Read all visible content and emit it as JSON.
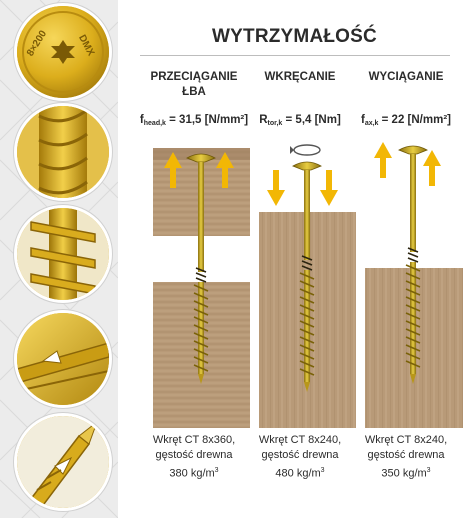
{
  "title": "WYTRZYMAŁOŚĆ",
  "columns": [
    {
      "heading": [
        "PRZECIĄGANIE",
        "ŁBA"
      ],
      "formula_main": "f",
      "formula_sub": "head,k",
      "formula_value": " = 31,5 [N/mm²]",
      "caption": [
        "Wkręt CT 8x360,",
        "gęstość drewna",
        "380 kg/m"
      ],
      "caption_sup": "3"
    },
    {
      "heading": [
        "WKRĘCANIE",
        ""
      ],
      "formula_main": "R",
      "formula_sub": "tor,k",
      "formula_value": " = 5,4 [Nm]",
      "caption": [
        "Wkręt CT 8x240,",
        "gęstość drewna",
        "480 kg/m"
      ],
      "caption_sup": "3"
    },
    {
      "heading": [
        "WYCIĄGANIE",
        ""
      ],
      "formula_main": "f",
      "formula_sub": "ax,k",
      "formula_value": " = 22 [N/mm²]",
      "caption": [
        "Wkręt CT 8x240,",
        "gęstość drewna",
        "350 kg/m"
      ],
      "caption_sup": "3"
    }
  ],
  "head_marking": {
    "size_text": "8×200",
    "brand_text": "DMX"
  },
  "colors": {
    "wood": "#b89a78",
    "wood_light": "#c6ab8a",
    "wood_dark": "#8e7355",
    "screw": "#c9a81c",
    "screw_dark": "#8a7010",
    "arrow": "#f2b705",
    "text": "#2b2b2b",
    "strip": "#ececec"
  }
}
